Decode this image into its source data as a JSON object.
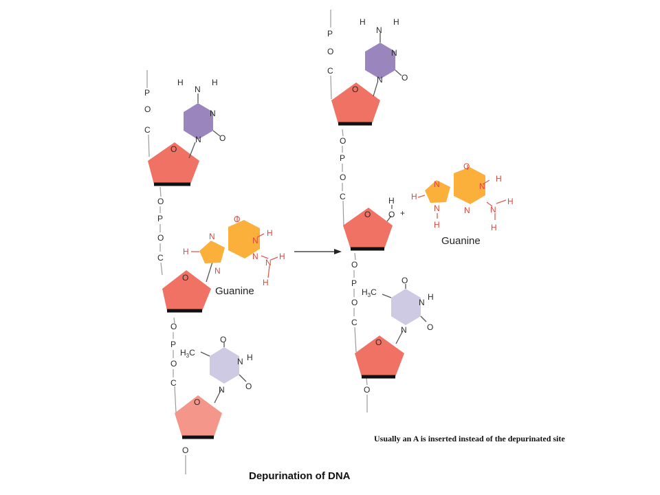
{
  "title": "Depurination of DNA",
  "note": "Usually an A is inserted instead of the depurinated site",
  "atoms": {
    "P": "P",
    "O": "O",
    "C": "C",
    "N": "N",
    "H": "H",
    "H3C_main": "H",
    "H3C_sub": "3",
    "H3C_tail": "C",
    "plus": "+"
  },
  "guanine_label": "Guanine",
  "colors": {
    "sugar": "#f07264",
    "sugar_light": "#f4978a",
    "cytosine": "#9a86bc",
    "thymine": "#cfcae4",
    "guanine": "#fbb03b",
    "red_atom": "#e0463c",
    "backbone": "#9a9a9a"
  }
}
